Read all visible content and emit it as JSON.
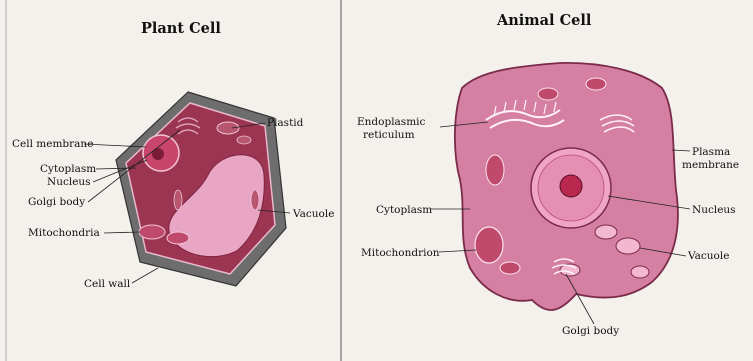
{
  "left_panel": {
    "title": "Plant Cell",
    "labels": {
      "cell_membrane": "Cell membrane",
      "plastid": "Plastid",
      "cytoplasm": "Cytoplasm",
      "nucleus": "Nucleus",
      "golgi_body": "Golgi body",
      "mitochondria": "Mitochondria",
      "vacuole": "Vacuole",
      "cell_wall": "Cell wall"
    }
  },
  "right_panel": {
    "title": "Animal Cell",
    "labels": {
      "er_line1": "Endoplasmic",
      "er_line2": "reticulum",
      "plasma_line1": "Plasma",
      "plasma_line2": "membrane",
      "cytoplasm": "Cytoplasm",
      "nucleus": "Nucleus",
      "mitochondrion": "Mitochondrion",
      "vacuole": "Vacuole",
      "golgi_body": "Golgi body"
    }
  },
  "colors": {
    "page_bg": "#f4f1ec",
    "cell_wall": "#6d6d6d",
    "plant_cytoplasm": "#9c3552",
    "organelle_pink": "#e7a7c2",
    "animal_cytoplasm": "#d57fa3",
    "nucleus_center": "#b9294f"
  }
}
